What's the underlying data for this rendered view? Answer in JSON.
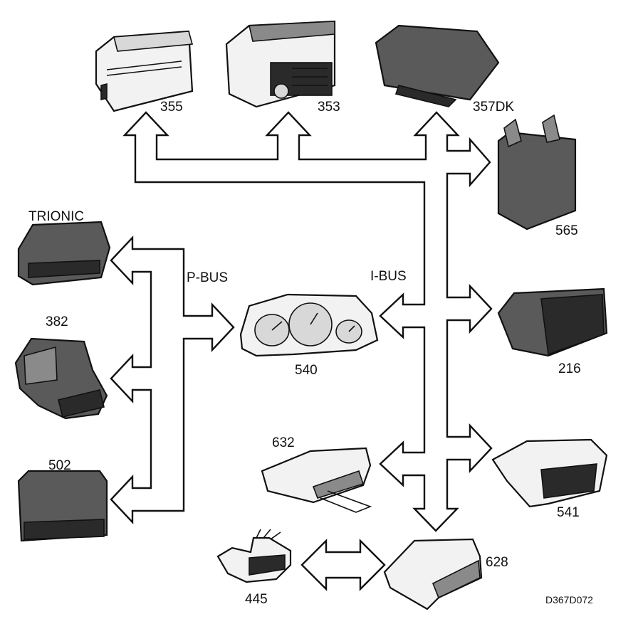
{
  "buses": {
    "pbus": "P-BUS",
    "ibus": "I-BUS"
  },
  "modules": {
    "m355": "355",
    "m353": "353",
    "m357dk": "357DK",
    "m565": "565",
    "trionic": "TRIONIC",
    "m382": "382",
    "m502": "502",
    "m540": "540",
    "m216": "216",
    "m632": "632",
    "m541": "541",
    "m628": "628",
    "m445": "445"
  },
  "reference": "D367D072"
}
